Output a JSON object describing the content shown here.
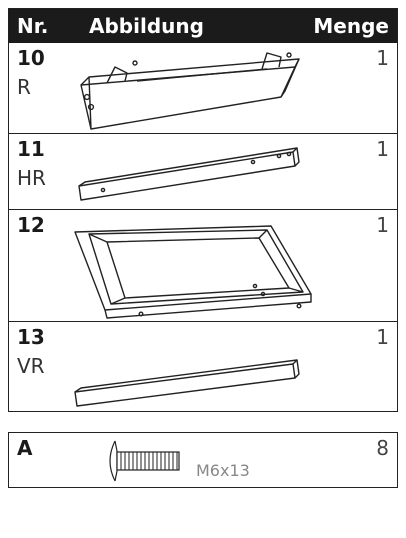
{
  "header": {
    "nr": "Nr.",
    "abbildung": "Abbildung",
    "menge": "Menge"
  },
  "parts": [
    {
      "nr": "10",
      "code": "R",
      "qty": "1"
    },
    {
      "nr": "11",
      "code": "HR",
      "qty": "1"
    },
    {
      "nr": "12",
      "code": "",
      "qty": "1"
    },
    {
      "nr": "13",
      "code": "VR",
      "qty": "1"
    }
  ],
  "hardware": [
    {
      "nr": "A",
      "size": "M6x13",
      "qty": "8"
    }
  ],
  "icons": [
    "side-rail-drawing",
    "back-rail-drawing",
    "tray-frame-drawing",
    "front-rail-drawing",
    "bolt-drawing"
  ]
}
